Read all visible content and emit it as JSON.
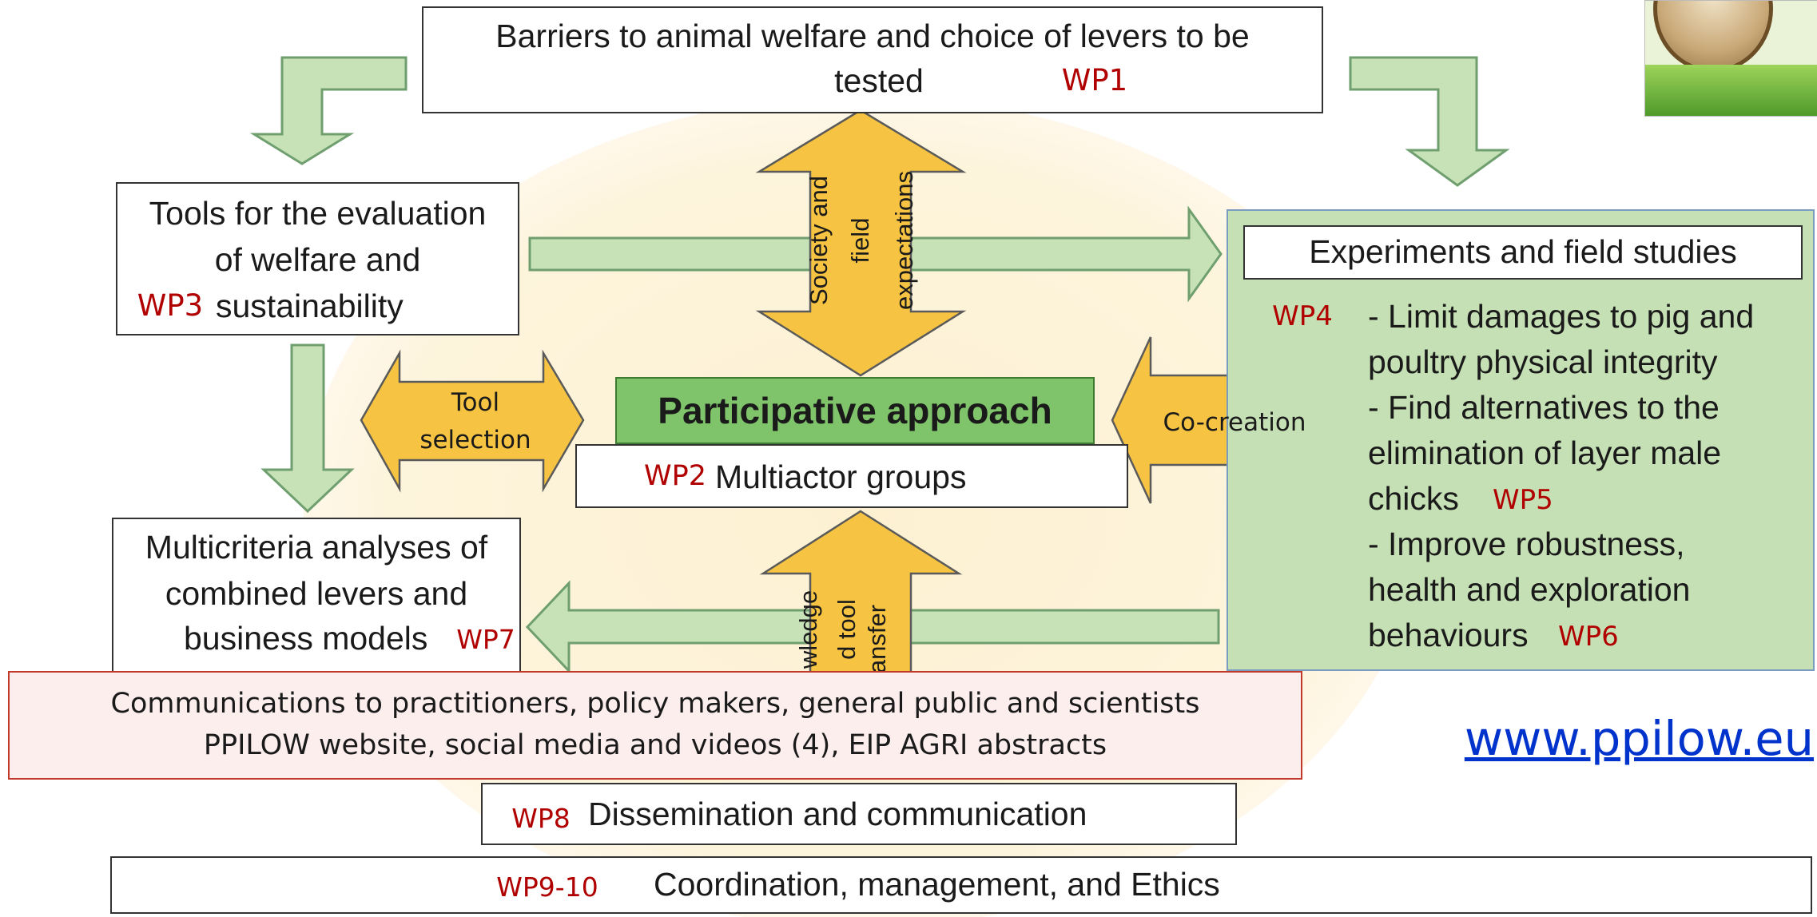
{
  "top_box": {
    "line1": "Barriers to animal welfare and choice of levers to be",
    "line2": "tested",
    "wp": "WP1"
  },
  "tools_box": {
    "line1": "Tools for the evaluation",
    "line2": "of welfare and",
    "line3": "sustainability",
    "wp": "WP3"
  },
  "experiments": {
    "title": "Experiments and field studies",
    "wp4": "WP4",
    "items": [
      "- Limit damages to pig and",
      "poultry physical integrity",
      "- Find alternatives to the",
      "elimination of layer male",
      "chicks",
      "- Improve robustness,",
      "health and exploration",
      "behaviours"
    ],
    "wp5": "WP5",
    "wp6": "WP6"
  },
  "center": {
    "title": "Participative approach",
    "wp": "WP2",
    "label": "Multiactor groups"
  },
  "arrows": {
    "society_line1": "Society and",
    "society_line2": "field",
    "society_line3": "expectations",
    "tool_line1": "Tool",
    "tool_line2": "selection",
    "cocreation": "Co-creation",
    "knowledge_line1": "wledge",
    "knowledge_line2": "d tool",
    "knowledge_line3": "ansfer"
  },
  "multicriteria": {
    "line1": "Multicriteria analyses of",
    "line2": "combined levers and",
    "line3": "business models",
    "wp": "WP7"
  },
  "communications": {
    "line1": "Communications to practitioners, policy makers, general public and scientists",
    "line2": "PPILOW website, social media and videos (4), EIP AGRI abstracts"
  },
  "website": "www.ppilow.eu",
  "dissemination": {
    "wp": "WP8",
    "label": "Dissemination and communication"
  },
  "coordination": {
    "wp": "WP9-10",
    "label": "Coordination, management, and Ethics"
  },
  "colors": {
    "arrow_green": "#c8e2b8",
    "arrow_yellow": "#f6c442",
    "panel_green": "#c5e0b4",
    "header_green": "#7fc46a",
    "wp_red": "#b00000",
    "comm_bg": "#fdeeee",
    "glow": "#fdf4dc"
  }
}
